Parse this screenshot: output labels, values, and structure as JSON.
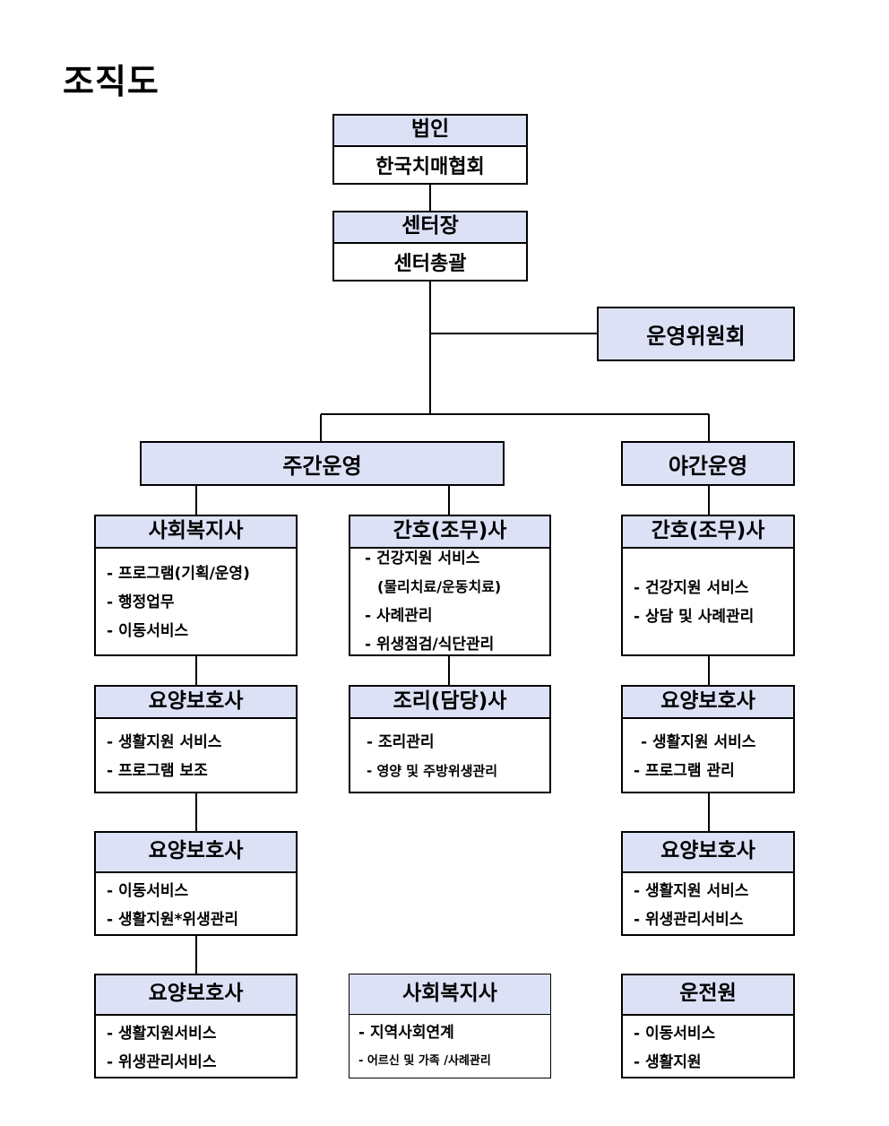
{
  "title": "조직도",
  "nodes": {
    "corporation": {
      "head": "법인",
      "sub": "한국치매협회"
    },
    "director": {
      "head": "센터장",
      "sub": "센터총괄"
    },
    "committee": {
      "label": "운영위원회"
    },
    "day_ops": {
      "label": "주간운영"
    },
    "night_ops": {
      "label": "야간운영"
    },
    "day_social_worker": {
      "head": "사회복지사",
      "items": [
        "- 프로그램(기획/운영)",
        "- 행정업무",
        "- 이동서비스"
      ]
    },
    "day_nurse": {
      "head": "간호(조무)사",
      "items": [
        "- 건강지원 서비스",
        "(물리치료/운동치료)",
        "- 사례관리",
        "- 위생점검/식단관리"
      ]
    },
    "night_nurse": {
      "head": "간호(조무)사",
      "items": [
        "- 건강지원 서비스",
        "- 상담 및 사례관리"
      ]
    },
    "day_caregiver_1": {
      "head": "요양보호사",
      "items": [
        "- 생활지원 서비스",
        "- 프로그램 보조"
      ]
    },
    "cook": {
      "head": "조리(담당)사",
      "items": [
        "- 조리관리",
        "- 영양 및 주방위생관리"
      ]
    },
    "night_caregiver_1": {
      "head": "요양보호사",
      "items": [
        "- 생활지원 서비스",
        "- 프로그램 관리"
      ]
    },
    "day_caregiver_2": {
      "head": "요양보호사",
      "items": [
        "- 이동서비스",
        "- 생활지원*위생관리"
      ]
    },
    "night_caregiver_2": {
      "head": "요양보호사",
      "items": [
        "- 생활지원 서비스",
        "- 위생관리서비스"
      ]
    },
    "day_caregiver_3": {
      "head": "요양보호사",
      "items": [
        "- 생활지원서비스",
        "- 위생관리서비스"
      ]
    },
    "social_worker_2": {
      "head": "사회복지사",
      "items": [
        "- 지역사회연계",
        "- 어르신 및 가족 /사례관리"
      ]
    },
    "driver": {
      "head": "운전원",
      "items": [
        "- 이동서비스",
        "- 생활지원"
      ]
    }
  },
  "colors": {
    "header_fill": "#dde1f6",
    "border": "#000000"
  }
}
